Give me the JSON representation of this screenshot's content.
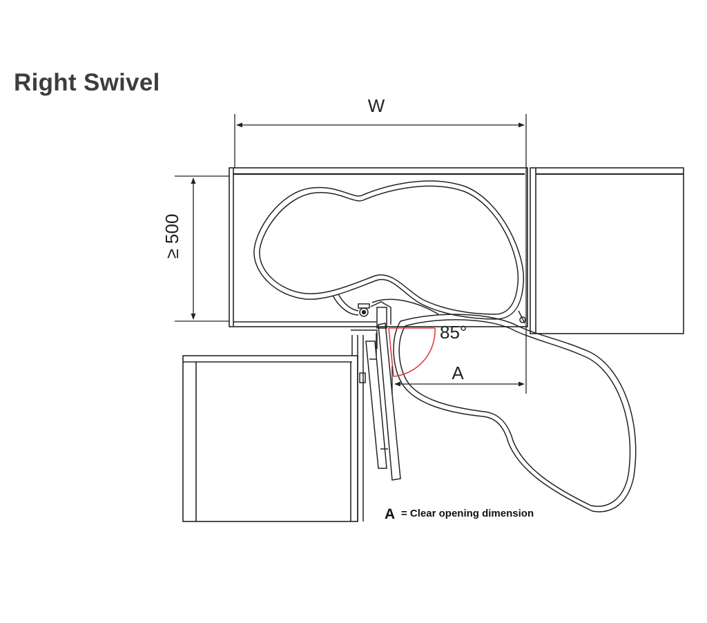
{
  "title": "Right Swivel",
  "dimensions": {
    "width_label": "W",
    "depth_label": "≥ 500",
    "angle_label": "85°",
    "opening_label": "A"
  },
  "legend": {
    "letter": "A",
    "text": "= Clear opening dimension"
  },
  "colors": {
    "line": "#222222",
    "angle": "#e0393e",
    "title": "#3d3d3d"
  }
}
